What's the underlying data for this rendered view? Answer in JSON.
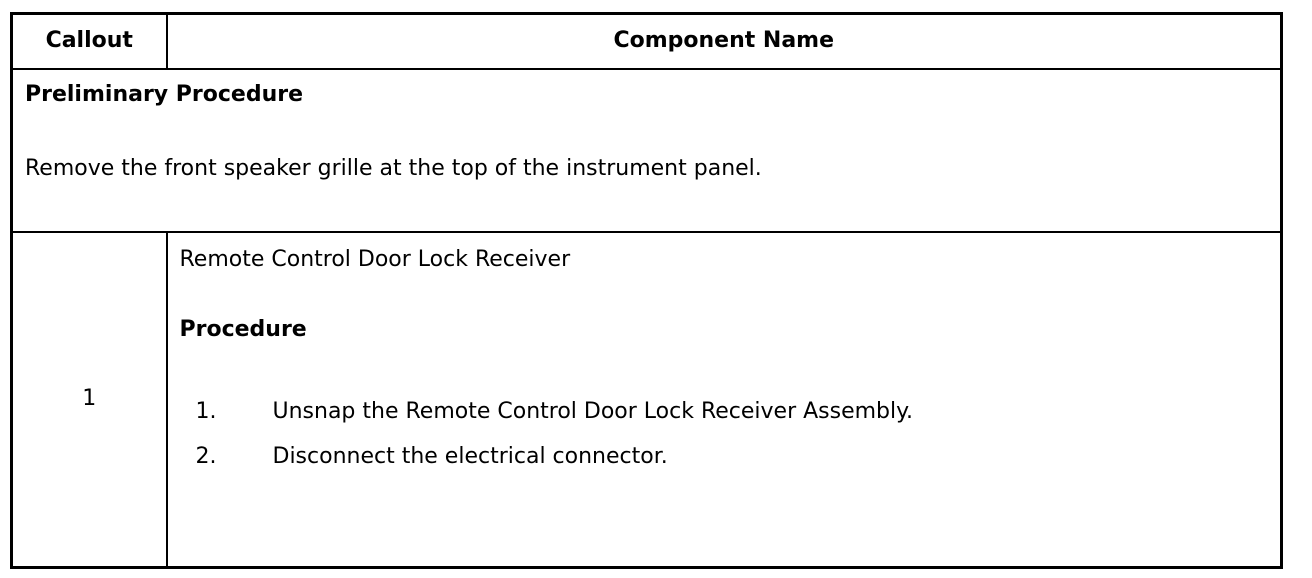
{
  "colors": {
    "border": "#000000",
    "text": "#000000",
    "background": "#ffffff"
  },
  "table": {
    "header": {
      "callout": "Callout",
      "component_name": "Component Name"
    },
    "preliminary": {
      "heading": "Preliminary Procedure",
      "text": "Remove the front speaker grille at the top of the instrument panel."
    },
    "row": {
      "callout": "1",
      "component_name": "Remote Control Door Lock Receiver",
      "procedure_heading": "Procedure",
      "steps": [
        {
          "num": "1.",
          "text": "Unsnap the Remote Control Door Lock Receiver Assembly."
        },
        {
          "num": "2.",
          "text": "Disconnect the electrical connector."
        }
      ]
    }
  }
}
